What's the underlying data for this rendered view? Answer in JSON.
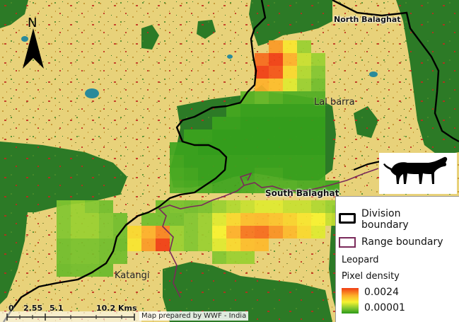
{
  "places": {
    "north_balaghat": "North Balaghat",
    "south_balaghat": "South Balaghat",
    "lal_barra": "Lal barra",
    "katangi": "Katangi"
  },
  "north_arrow": {
    "letter": "N"
  },
  "legend": {
    "division_label_1": "Division",
    "division_label_2": "boundary",
    "range_label": "Range boundary",
    "species": "Leopard",
    "density_title": "Pixel density",
    "density_max": "0.0024",
    "density_min": "0.00001"
  },
  "scalebar": {
    "t0": "0",
    "t1": "2.55",
    "t2": "5.1",
    "t3": "10.2 Kms"
  },
  "credit": "Map prepared by WWF - India",
  "colors": {
    "forest": "#2c7a26",
    "agri": "#e8d27a",
    "water": "#2a8a9a",
    "settlement": "#c02a1e",
    "division_line": "#000000",
    "range_line": "#7a2a5a",
    "density_high": "#f03c14",
    "density_low": "#2b9a18"
  },
  "grid_cells": [
    [
      380,
      57,
      0.8
    ],
    [
      400,
      57,
      0.55
    ],
    [
      420,
      57,
      0.3
    ],
    [
      360,
      75,
      0.9
    ],
    [
      380,
      75,
      1.0
    ],
    [
      400,
      75,
      0.75
    ],
    [
      420,
      75,
      0.4
    ],
    [
      440,
      75,
      0.3
    ],
    [
      360,
      93,
      1.0
    ],
    [
      380,
      93,
      0.95
    ],
    [
      400,
      93,
      0.6
    ],
    [
      420,
      93,
      0.35
    ],
    [
      440,
      93,
      0.25
    ],
    [
      360,
      111,
      0.75
    ],
    [
      380,
      111,
      0.7
    ],
    [
      400,
      111,
      0.45
    ],
    [
      420,
      111,
      0.3
    ],
    [
      440,
      111,
      0.2
    ],
    [
      340,
      129,
      0.15
    ],
    [
      360,
      129,
      0.2
    ],
    [
      380,
      129,
      0.15
    ],
    [
      400,
      129,
      0.1
    ],
    [
      420,
      129,
      0.1
    ],
    [
      440,
      129,
      0.1
    ],
    [
      320,
      147,
      0.08
    ],
    [
      340,
      147,
      0.05
    ],
    [
      360,
      147,
      0.05
    ],
    [
      380,
      147,
      0.05
    ],
    [
      400,
      147,
      0.05
    ],
    [
      420,
      147,
      0.05
    ],
    [
      440,
      147,
      0.05
    ],
    [
      300,
      165,
      0.05
    ],
    [
      320,
      165,
      0.05
    ],
    [
      340,
      165,
      0.03
    ],
    [
      360,
      165,
      0.03
    ],
    [
      380,
      165,
      0.03
    ],
    [
      400,
      165,
      0.03
    ],
    [
      420,
      165,
      0.03
    ],
    [
      440,
      165,
      0.03
    ],
    [
      260,
      183,
      0.05
    ],
    [
      280,
      183,
      0.05
    ],
    [
      300,
      183,
      0.03
    ],
    [
      320,
      183,
      0.03
    ],
    [
      340,
      183,
      0.03
    ],
    [
      360,
      183,
      0.03
    ],
    [
      380,
      183,
      0.03
    ],
    [
      400,
      183,
      0.03
    ],
    [
      420,
      183,
      0.03
    ],
    [
      440,
      183,
      0.03
    ],
    [
      240,
      201,
      0.05
    ],
    [
      260,
      201,
      0.05
    ],
    [
      280,
      201,
      0.03
    ],
    [
      300,
      201,
      0.03
    ],
    [
      320,
      201,
      0.03
    ],
    [
      340,
      201,
      0.03
    ],
    [
      360,
      201,
      0.03
    ],
    [
      380,
      201,
      0.03
    ],
    [
      400,
      201,
      0.03
    ],
    [
      420,
      201,
      0.03
    ],
    [
      440,
      201,
      0.03
    ],
    [
      240,
      219,
      0.08
    ],
    [
      260,
      219,
      0.05
    ],
    [
      280,
      219,
      0.05
    ],
    [
      300,
      219,
      0.05
    ],
    [
      320,
      219,
      0.05
    ],
    [
      340,
      219,
      0.05
    ],
    [
      360,
      219,
      0.05
    ],
    [
      380,
      219,
      0.05
    ],
    [
      400,
      219,
      0.05
    ],
    [
      420,
      219,
      0.05
    ],
    [
      440,
      219,
      0.05
    ],
    [
      240,
      237,
      0.1
    ],
    [
      260,
      237,
      0.08
    ],
    [
      280,
      237,
      0.05
    ],
    [
      300,
      237,
      0.05
    ],
    [
      320,
      237,
      0.05
    ],
    [
      340,
      237,
      0.05
    ],
    [
      360,
      237,
      0.08
    ],
    [
      380,
      237,
      0.08
    ],
    [
      400,
      237,
      0.05
    ],
    [
      420,
      237,
      0.05
    ],
    [
      440,
      237,
      0.05
    ],
    [
      240,
      255,
      0.12
    ],
    [
      260,
      255,
      0.1
    ],
    [
      280,
      255,
      0.08
    ],
    [
      300,
      255,
      0.05
    ],
    [
      320,
      255,
      0.05
    ],
    [
      340,
      255,
      0.08
    ],
    [
      360,
      255,
      0.1
    ],
    [
      380,
      255,
      0.1
    ],
    [
      400,
      255,
      0.1
    ],
    [
      420,
      255,
      0.08
    ],
    [
      440,
      255,
      0.08
    ],
    [
      460,
      255,
      0.05
    ],
    [
      80,
      283,
      0.25
    ],
    [
      100,
      283,
      0.3
    ],
    [
      120,
      283,
      0.25
    ],
    [
      140,
      283,
      0.2
    ],
    [
      220,
      283,
      0.2
    ],
    [
      240,
      283,
      0.22
    ],
    [
      260,
      283,
      0.2
    ],
    [
      280,
      283,
      0.22
    ],
    [
      300,
      283,
      0.3
    ],
    [
      320,
      283,
      0.35
    ],
    [
      340,
      283,
      0.4
    ],
    [
      360,
      283,
      0.45
    ],
    [
      380,
      283,
      0.45
    ],
    [
      400,
      283,
      0.4
    ],
    [
      420,
      283,
      0.4
    ],
    [
      440,
      283,
      0.35
    ],
    [
      460,
      283,
      0.3
    ],
    [
      80,
      301,
      0.25
    ],
    [
      100,
      301,
      0.3
    ],
    [
      120,
      301,
      0.3
    ],
    [
      140,
      301,
      0.25
    ],
    [
      160,
      301,
      0.2
    ],
    [
      200,
      301,
      0.2
    ],
    [
      220,
      301,
      0.2
    ],
    [
      240,
      301,
      0.2
    ],
    [
      260,
      301,
      0.25
    ],
    [
      280,
      301,
      0.3
    ],
    [
      300,
      301,
      0.45
    ],
    [
      320,
      301,
      0.6
    ],
    [
      340,
      301,
      0.7
    ],
    [
      360,
      301,
      0.72
    ],
    [
      380,
      301,
      0.68
    ],
    [
      400,
      301,
      0.62
    ],
    [
      420,
      301,
      0.55
    ],
    [
      440,
      301,
      0.5
    ],
    [
      460,
      301,
      0.4
    ],
    [
      80,
      319,
      0.25
    ],
    [
      100,
      319,
      0.3
    ],
    [
      120,
      319,
      0.3
    ],
    [
      140,
      319,
      0.25
    ],
    [
      160,
      319,
      0.2
    ],
    [
      180,
      319,
      0.6
    ],
    [
      200,
      319,
      0.75
    ],
    [
      220,
      319,
      0.85
    ],
    [
      240,
      319,
      0.3
    ],
    [
      260,
      319,
      0.25
    ],
    [
      280,
      319,
      0.3
    ],
    [
      300,
      319,
      0.5
    ],
    [
      320,
      319,
      0.75
    ],
    [
      340,
      319,
      0.88
    ],
    [
      360,
      319,
      0.9
    ],
    [
      380,
      319,
      0.82
    ],
    [
      400,
      319,
      0.72
    ],
    [
      420,
      319,
      0.6
    ],
    [
      440,
      319,
      0.45
    ],
    [
      80,
      337,
      0.2
    ],
    [
      100,
      337,
      0.22
    ],
    [
      120,
      337,
      0.22
    ],
    [
      140,
      337,
      0.2
    ],
    [
      160,
      337,
      0.18
    ],
    [
      180,
      337,
      0.55
    ],
    [
      200,
      337,
      0.8
    ],
    [
      220,
      337,
      1.0
    ],
    [
      240,
      337,
      0.3
    ],
    [
      260,
      337,
      0.25
    ],
    [
      280,
      337,
      0.3
    ],
    [
      300,
      337,
      0.45
    ],
    [
      320,
      337,
      0.6
    ],
    [
      340,
      337,
      0.7
    ],
    [
      360,
      337,
      0.72
    ],
    [
      80,
      355,
      0.2
    ],
    [
      100,
      355,
      0.22
    ],
    [
      120,
      355,
      0.22
    ],
    [
      140,
      355,
      0.2
    ],
    [
      160,
      355,
      0.2
    ],
    [
      300,
      355,
      0.25
    ],
    [
      320,
      355,
      0.3
    ],
    [
      340,
      355,
      0.3
    ],
    [
      80,
      373,
      0.18
    ],
    [
      100,
      373,
      0.2
    ],
    [
      120,
      373,
      0.2
    ],
    [
      140,
      373,
      0.18
    ]
  ]
}
